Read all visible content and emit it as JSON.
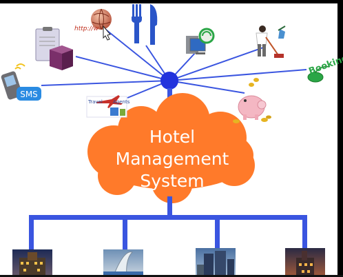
{
  "cloud": {
    "line1": "Hotel",
    "line2": "Management",
    "line3": "System"
  },
  "icons": {
    "web_text": "http://w",
    "sms_text": "SMS",
    "booking_text": "Booking",
    "travel_text_1": "Travel",
    "travel_text_2": "Agents"
  },
  "colors": {
    "hub": "#2233dd",
    "line": "#3a55e0",
    "cloud": "#ff7a2a",
    "booking": "#22aa44"
  },
  "icon_names": [
    "fork-knife-icon",
    "web-globe-icon",
    "clipboard-icon",
    "sms-phone-icon",
    "travel-agent-icon",
    "computer-sync-icon",
    "housekeeping-icon",
    "booking-mouse-icon",
    "piggy-bank-icon"
  ],
  "hotels": [
    "hotel-building-1",
    "hotel-building-2",
    "hotel-building-3",
    "hotel-building-4"
  ]
}
